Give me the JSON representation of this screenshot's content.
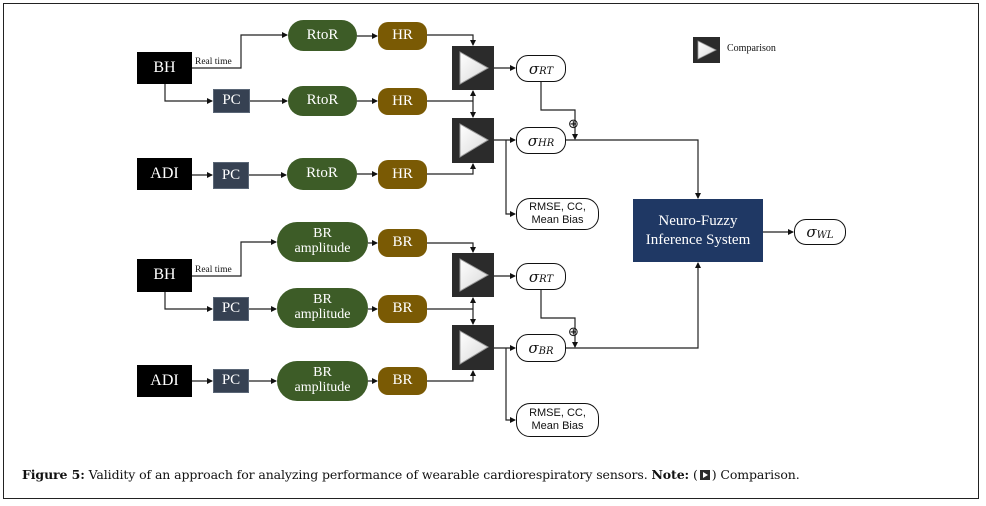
{
  "figure": {
    "caption": {
      "label": "Figure 5:",
      "text": "Validity of an approach for analyzing performance of wearable cardiorespiratory sensors.",
      "note_label": "Note:",
      "note_open": "(",
      "note_close": ") Comparison.",
      "note_icon": "comparison-icon"
    },
    "legend": {
      "icon": "comparison-icon",
      "label": "Comparison"
    },
    "hr_section": {
      "sources": [
        {
          "label": "BH",
          "branch_label": "Real time"
        },
        {
          "label": "ADI"
        }
      ],
      "pc_label": "PC",
      "processing_label": "RtoR",
      "output_label": "HR",
      "sigma_rt": {
        "symbol": "σ",
        "subscript": "RT"
      },
      "sigma_out": {
        "symbol": "σ",
        "subscript": "HR"
      },
      "metrics": [
        "RMSE, CC,",
        "Mean Bias"
      ],
      "combine_symbol": "⊕"
    },
    "br_section": {
      "sources": [
        {
          "label": "BH",
          "branch_label": "Real time"
        },
        {
          "label": "ADI"
        }
      ],
      "pc_label": "PC",
      "processing_label": [
        "BR",
        "amplitude"
      ],
      "output_label": "BR",
      "sigma_rt": {
        "symbol": "σ",
        "subscript": "RT"
      },
      "sigma_out": {
        "symbol": "σ",
        "subscript": "BR"
      },
      "metrics": [
        "RMSE, CC,",
        "Mean Bias"
      ],
      "combine_symbol": "⊕"
    },
    "fusion": {
      "label": [
        "Neuro-Fuzzy",
        "Inference System"
      ],
      "output": {
        "symbol": "σ",
        "subscript": "WL"
      }
    },
    "colors": {
      "source": "#000000",
      "pc": "#364152",
      "processing": "#3d5c27",
      "output": "#7a5a04",
      "comparator": "#2b2b2b",
      "fusion": "#1f3864"
    }
  }
}
